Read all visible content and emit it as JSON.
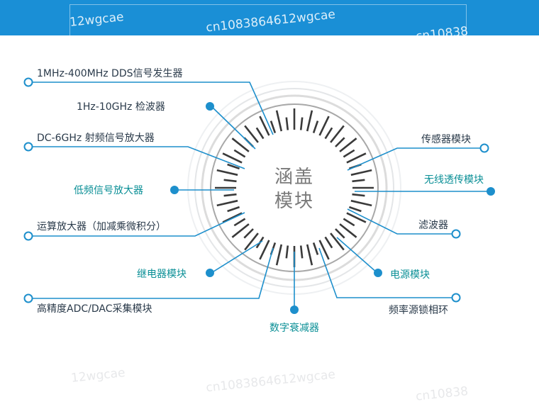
{
  "center": {
    "line1": "涵盖",
    "line2": "模块"
  },
  "watermarks": [
    "12wgcae",
    "cn1083864612wgcae",
    "cn10838"
  ],
  "colors": {
    "banner": "#1a8fd6",
    "accent": "#1d8fcc",
    "teal_text": "#0a8f96",
    "dark_text": "#2a3a4a"
  },
  "modules_left": [
    {
      "text": "1MHz-400MHz DDS信号发生器",
      "tone": "dark",
      "marker": "hollow"
    },
    {
      "text": "1Hz-10GHz 检波器",
      "tone": "dark",
      "marker": "solid"
    },
    {
      "text": "DC-6GHz 射频信号放大器",
      "tone": "dark",
      "marker": "hollow"
    },
    {
      "text": "低频信号放大器",
      "tone": "teal",
      "marker": "solid"
    },
    {
      "text": "运算放大器（加减乘微积分）",
      "tone": "dark",
      "marker": "hollow"
    },
    {
      "text": "继电器模块",
      "tone": "teal",
      "marker": "solid"
    },
    {
      "text": "高精度ADC/DAC采集模块",
      "tone": "dark",
      "marker": "hollow"
    }
  ],
  "module_bottom": {
    "text": "数字衰减器",
    "tone": "teal",
    "marker": "solid"
  },
  "modules_right": [
    {
      "text": "传感器模块",
      "tone": "dark",
      "marker": "hollow"
    },
    {
      "text": "无线透传模块",
      "tone": "teal",
      "marker": "solid"
    },
    {
      "text": "滤波器",
      "tone": "dark",
      "marker": "hollow"
    },
    {
      "text": "电源模块",
      "tone": "teal",
      "marker": "solid"
    },
    {
      "text": "频率源锁相环",
      "tone": "dark",
      "marker": "hollow"
    }
  ]
}
